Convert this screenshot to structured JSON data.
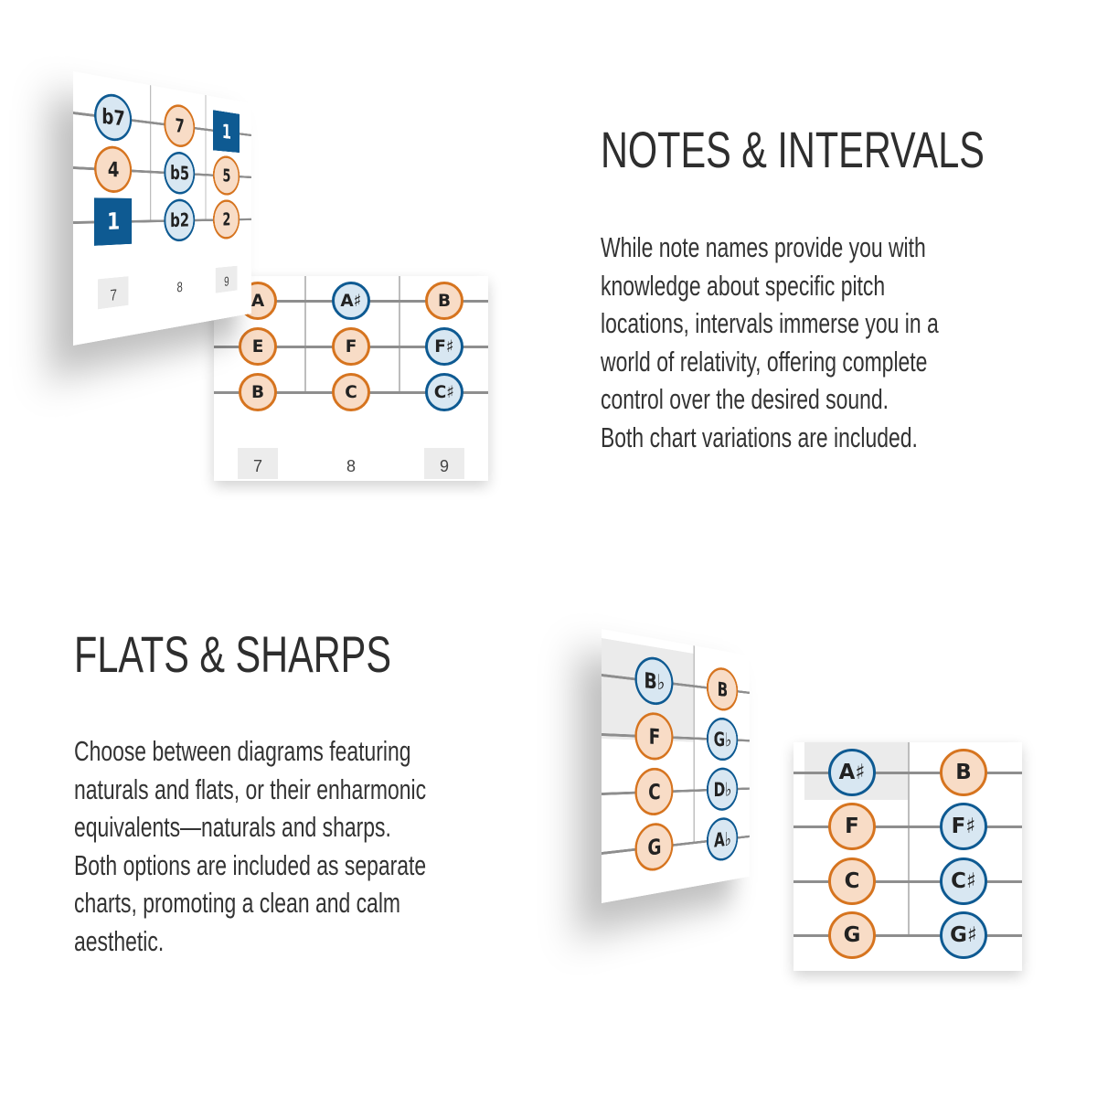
{
  "sections": {
    "notes_intervals": {
      "title": "NOTES & INTERVALS",
      "body_lines": [
        "While note names provide you with",
        "knowledge about specific pitch",
        "locations, intervals immerse you in a",
        "world of relativity, offering complete",
        "control over the desired sound.",
        "Both chart variations are included."
      ]
    },
    "flats_sharps": {
      "title": "FLATS & SHARPS",
      "body_lines": [
        "Choose between diagrams featuring",
        "naturals and flats, or their enharmonic",
        "equivalents—naturals and sharps.",
        "Both options are included as separate",
        "charts, promoting a clean and calm",
        "aesthetic."
      ]
    }
  },
  "colors": {
    "orange": "#d6741f",
    "orange_fill": "#f8dcc6",
    "blue": "#0e5a92",
    "blue_fill": "#d8e7f2",
    "root": "#0e5a92"
  },
  "cards": {
    "intervals_chart": {
      "fret_labels": [
        {
          "text": "7",
          "boxed": true
        },
        {
          "text": "8",
          "boxed": false
        },
        {
          "text": "9",
          "boxed": true
        }
      ],
      "columns": [
        [
          {
            "label": "b7",
            "type": "blue"
          },
          {
            "label": "4",
            "type": "orange"
          },
          {
            "label": "1",
            "type": "root"
          }
        ],
        [
          {
            "label": "7",
            "type": "orange"
          },
          {
            "label": "b5",
            "type": "blue"
          },
          {
            "label": "b2",
            "type": "blue"
          }
        ],
        [
          {
            "label": "1",
            "type": "root"
          },
          {
            "label": "5",
            "type": "orange"
          },
          {
            "label": "2",
            "type": "orange"
          }
        ]
      ]
    },
    "notes_chart": {
      "fret_labels": [
        {
          "text": "7",
          "boxed": true
        },
        {
          "text": "8",
          "boxed": false
        },
        {
          "text": "9",
          "boxed": true
        }
      ],
      "columns": [
        [
          {
            "label": "A",
            "type": "orange"
          },
          {
            "label": "E",
            "type": "orange"
          },
          {
            "label": "B",
            "type": "orange"
          }
        ],
        [
          {
            "label": "A♯",
            "type": "blue"
          },
          {
            "label": "F",
            "type": "orange"
          },
          {
            "label": "C",
            "type": "orange"
          }
        ],
        [
          {
            "label": "B",
            "type": "orange"
          },
          {
            "label": "F♯",
            "type": "blue"
          },
          {
            "label": "C♯",
            "type": "blue"
          }
        ]
      ]
    },
    "flats_chart": {
      "fret_labels": [],
      "columns": [
        [
          {
            "label": "B♭",
            "type": "blue"
          },
          {
            "label": "F",
            "type": "orange"
          },
          {
            "label": "C",
            "type": "orange"
          },
          {
            "label": "G",
            "type": "orange"
          }
        ],
        [
          {
            "label": "B",
            "type": "orange"
          },
          {
            "label": "G♭",
            "type": "blue"
          },
          {
            "label": "D♭",
            "type": "blue"
          },
          {
            "label": "A♭",
            "type": "blue"
          }
        ]
      ]
    },
    "sharps_chart": {
      "fret_labels": [],
      "columns": [
        [
          {
            "label": "A♯",
            "type": "blue"
          },
          {
            "label": "F",
            "type": "orange"
          },
          {
            "label": "C",
            "type": "orange"
          },
          {
            "label": "G",
            "type": "orange"
          }
        ],
        [
          {
            "label": "B",
            "type": "orange"
          },
          {
            "label": "F♯",
            "type": "blue"
          },
          {
            "label": "C♯",
            "type": "blue"
          },
          {
            "label": "G♯",
            "type": "blue"
          }
        ]
      ]
    }
  }
}
